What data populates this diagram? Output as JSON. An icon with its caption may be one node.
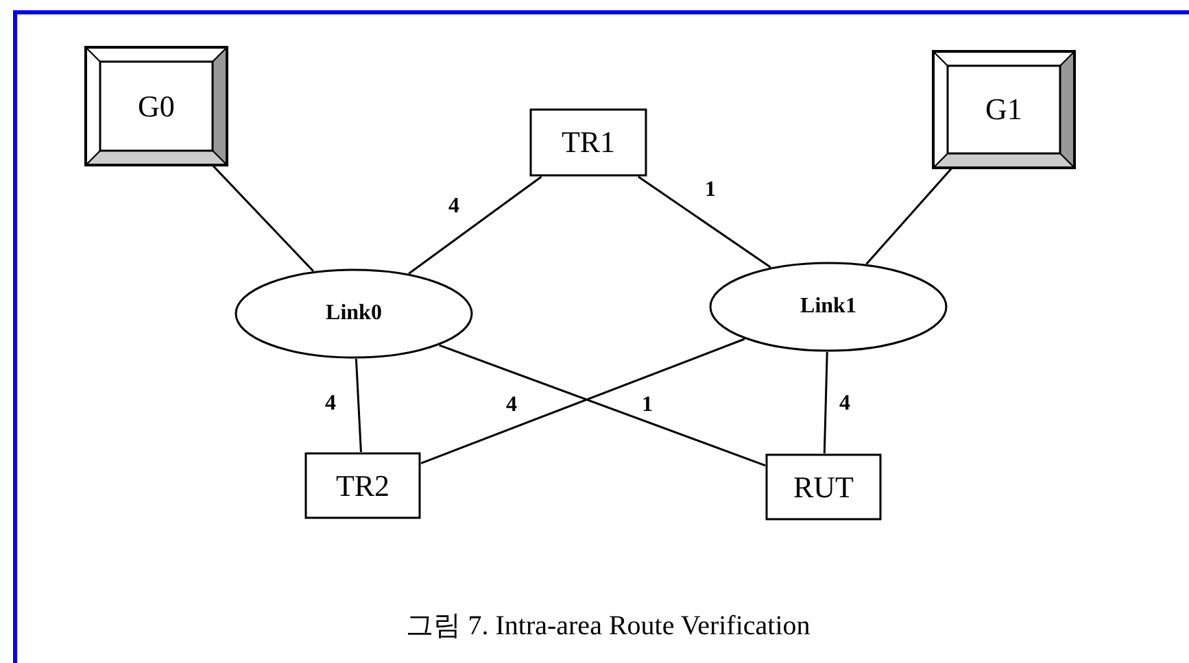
{
  "diagram": {
    "caption": "그림 7. Intra-area Route Verification",
    "nodes": [
      {
        "text": [
          "G0"
        ]
      },
      {
        "text": [
          "TR1"
        ]
      },
      {
        "text": [
          "G1"
        ]
      },
      {
        "text": [
          "Link0"
        ]
      },
      {
        "text": [
          "Link1"
        ]
      },
      {
        "text": [
          "TR2"
        ]
      },
      {
        "text": [
          "RUT"
        ]
      }
    ],
    "edges": [
      {
        "from": 0,
        "to": 3,
        "arrow": "none"
      },
      {
        "from": 1,
        "to": 3,
        "arrow": "none",
        "label": "4"
      },
      {
        "from": 1,
        "to": 4,
        "arrow": "none",
        "label": "1"
      },
      {
        "from": 2,
        "to": 4,
        "arrow": "none"
      },
      {
        "from": 3,
        "to": 5,
        "arrow": "none",
        "label": "4"
      },
      {
        "from": 4,
        "to": 5,
        "arrow": "none",
        "label": "4"
      },
      {
        "from": 3,
        "to": 6,
        "arrow": "none",
        "label": "1"
      },
      {
        "from": 4,
        "to": 6,
        "arrow": "none",
        "label": "4"
      }
    ]
  }
}
